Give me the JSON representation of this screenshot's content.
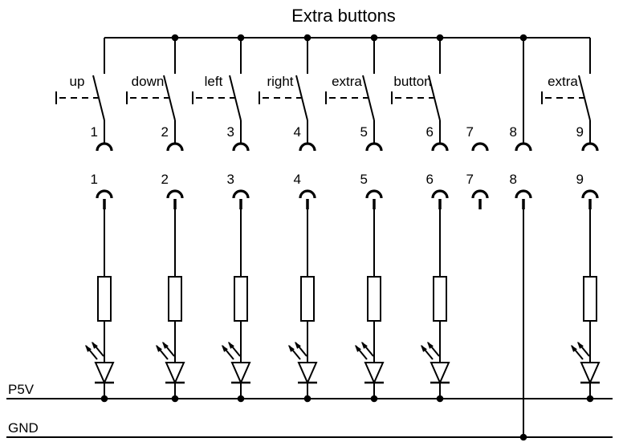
{
  "title": "Extra buttons",
  "colors": {
    "ink": "#000000",
    "background": "#ffffff"
  },
  "switches": [
    {
      "label": "up",
      "pin": "1"
    },
    {
      "label": "down",
      "pin": "2"
    },
    {
      "label": "left",
      "pin": "3"
    },
    {
      "label": "right",
      "pin": "4"
    },
    {
      "label": "extra",
      "pin": "5"
    },
    {
      "label": "button",
      "pin": "6"
    },
    {
      "label": "extra",
      "pin": "9"
    }
  ],
  "connector": {
    "upper_row_pins": [
      "1",
      "2",
      "3",
      "4",
      "5",
      "6",
      "7",
      "8",
      "9"
    ],
    "lower_row_pins": [
      "1",
      "2",
      "3",
      "4",
      "5",
      "6",
      "7",
      "8",
      "9"
    ]
  },
  "rails": {
    "supply": "P5V",
    "ground": "GND"
  }
}
